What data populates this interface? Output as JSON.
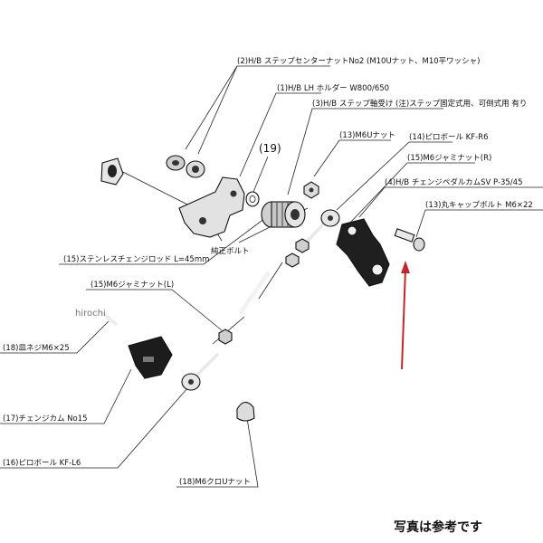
{
  "labels": {
    "l2": "(2)H/B ステップセンターナットNo2 (M10Uナット、M10平ワッシャ)",
    "l1": "(1)H/B LH ホルダー W800/650",
    "l3": "(3)H/B ステップ軸受け (注)ステップ固定式用、可倒式用 有り",
    "l19": "(19)",
    "l13u": "(13)M6Uナット",
    "l14": "(14)ピロボール KF-R6",
    "l15r": "(15)M6ジャミナット(R)",
    "l4": "(4)H/B チェンジペダルカムSV P-35/45",
    "l13c": "(13)丸キャップボルト M6×22",
    "lgenuine": "純正ボルト",
    "l15rod": "(15)ステンレスチェンジロッド L=45mm",
    "l15l": "(15)M6ジャミナット(L)",
    "l18s": "(18)皿ネジM6×25",
    "l17": "(17)チェンジカム No15",
    "l16": "(16)ピロボール KF-L6",
    "l18n": "(18)M6クロUナット"
  },
  "watermark": "hirochi",
  "disclaimer": "写真は参考です",
  "colors": {
    "arrow": "#c0282c",
    "ink": "#111111",
    "metal": "#d8d8d8",
    "dark": "#2a2a2a"
  }
}
